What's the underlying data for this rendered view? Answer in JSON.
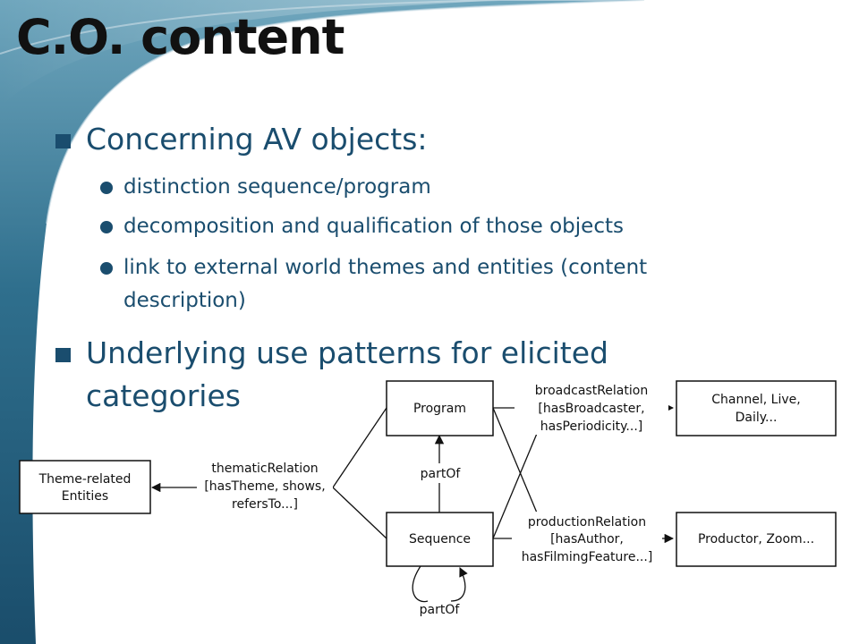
{
  "slide": {
    "title": "C.O. content",
    "bullets": [
      {
        "text": "Concerning AV objects:",
        "sub": [
          "distinction sequence/program",
          "decomposition and qualification of those objects",
          "link to external world themes and entities (content",
          "description)"
        ]
      },
      {
        "text": "Underlying use patterns for elicited",
        "text2": "categories"
      }
    ]
  },
  "diagram": {
    "nodes": {
      "program": "Program",
      "sequence": "Sequence",
      "channel": [
        "Channel, Live,",
        "Daily..."
      ],
      "productor": "Productor, Zoom...",
      "theme": [
        "Theme-related",
        "Entities"
      ]
    },
    "edges": {
      "broadcast": [
        "broadcastRelation",
        "[hasBroadcaster,",
        "hasPeriodicity...]"
      ],
      "production": [
        "productionRelation",
        "[hasAuthor,",
        "hasFilmingFeature...]"
      ],
      "thematic": [
        "thematicRelation",
        "[hasTheme, shows,",
        "refersTo...]"
      ],
      "partof_up": "partOf",
      "partof_loop": "partOf"
    }
  },
  "colors": {
    "text_blue": "#1a4d6e",
    "swoosh_dark": "#1b4f6b",
    "swoosh_light": "#5f98b0"
  }
}
